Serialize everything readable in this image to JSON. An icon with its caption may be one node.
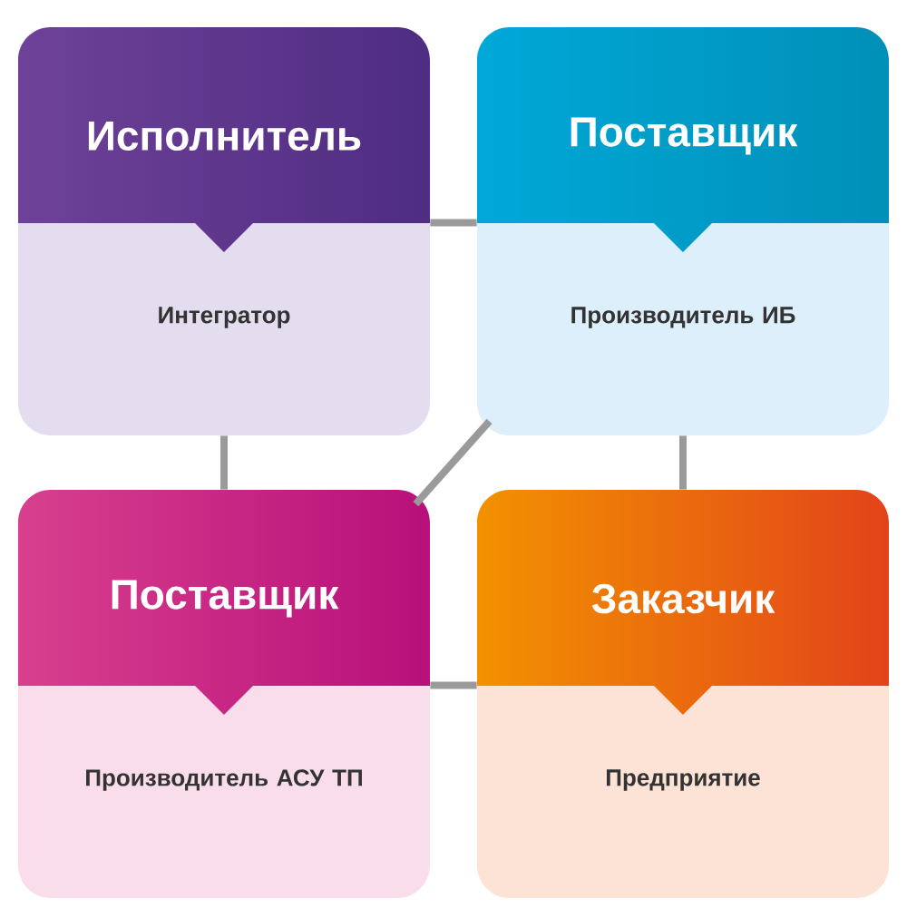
{
  "diagram": {
    "nodes": [
      {
        "text": [
          "Исполнитель",
          "Интегратор"
        ]
      },
      {
        "text": [
          "Поставщик",
          "Производитель ИБ"
        ]
      },
      {
        "text": [
          "Поставщик",
          "Производитель АСУ ТП"
        ]
      },
      {
        "text": [
          "Заказчик",
          "Предприятие"
        ]
      }
    ],
    "edges": [
      {
        "from": 0,
        "to": 1,
        "arrow": "none"
      },
      {
        "from": 0,
        "to": 2,
        "arrow": "none"
      },
      {
        "from": 1,
        "to": 3,
        "arrow": "none"
      },
      {
        "from": 2,
        "to": 3,
        "arrow": "none"
      },
      {
        "from": 1,
        "to": 2,
        "arrow": "none"
      }
    ]
  }
}
